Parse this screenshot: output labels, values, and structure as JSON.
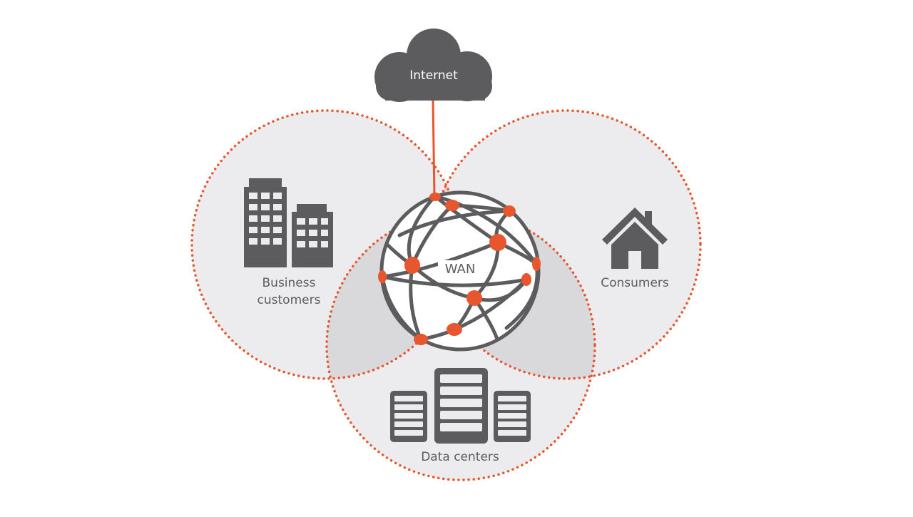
{
  "colors": {
    "accent": "#e8562e",
    "icon_gray": "#5c5c5e",
    "circle_fill": "#ececee",
    "overlap_fill": "#d9d9db",
    "background": "#ffffff"
  },
  "internet": {
    "label": "Internet",
    "icon": "cloud-icon"
  },
  "wan": {
    "label": "WAN",
    "icon": "globe-network-icon"
  },
  "groups": {
    "business": {
      "label_line1": "Business",
      "label_line2": "customers",
      "icon": "office-buildings-icon"
    },
    "consumers": {
      "label": "Consumers",
      "icon": "house-icon"
    },
    "datacenters": {
      "label": "Data centers",
      "icon": "server-racks-icon"
    }
  }
}
